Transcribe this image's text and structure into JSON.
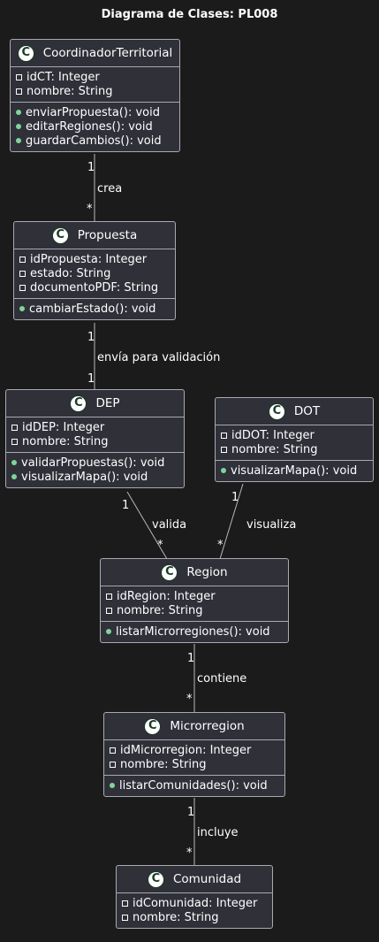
{
  "title": "Diagrama de Clases: PL008",
  "colors": {
    "background": "#1b1b1c",
    "box": "#2f3038",
    "border": "#a9a9b0",
    "public_marker": "#7fd49b"
  },
  "classes": [
    {
      "name": "CoordinadorTerritorial",
      "attributes": [
        "idCT: Integer",
        "nombre: String"
      ],
      "methods": [
        "enviarPropuesta(): void",
        "editarRegiones(): void",
        "guardarCambios(): void"
      ]
    },
    {
      "name": "Propuesta",
      "attributes": [
        "idPropuesta: Integer",
        "estado: String",
        "documentoPDF: String"
      ],
      "methods": [
        "cambiarEstado(): void"
      ]
    },
    {
      "name": "DEP",
      "attributes": [
        "idDEP: Integer",
        "nombre: String"
      ],
      "methods": [
        "validarPropuestas(): void",
        "visualizarMapa(): void"
      ]
    },
    {
      "name": "DOT",
      "attributes": [
        "idDOT: Integer",
        "nombre: String"
      ],
      "methods": [
        "visualizarMapa(): void"
      ]
    },
    {
      "name": "Region",
      "attributes": [
        "idRegion: Integer",
        "nombre: String"
      ],
      "methods": [
        "listarMicrorregiones(): void"
      ]
    },
    {
      "name": "Microrregion",
      "attributes": [
        "idMicrorregion: Integer",
        "nombre: String"
      ],
      "methods": [
        "listarComunidades(): void"
      ]
    },
    {
      "name": "Comunidad",
      "attributes": [
        "idComunidad: Integer",
        "nombre: String"
      ],
      "methods": []
    }
  ],
  "relations": [
    {
      "from": "CoordinadorTerritorial",
      "to": "Propuesta",
      "label": "crea",
      "from_mult": "1",
      "to_mult": "*"
    },
    {
      "from": "Propuesta",
      "to": "DEP",
      "label": "envía para validación",
      "from_mult": "1",
      "to_mult": "1"
    },
    {
      "from": "DEP",
      "to": "Region",
      "label": "valida",
      "from_mult": "1",
      "to_mult": "*"
    },
    {
      "from": "DOT",
      "to": "Region",
      "label": "visualiza",
      "from_mult": "1",
      "to_mult": "*"
    },
    {
      "from": "Region",
      "to": "Microrregion",
      "label": "contiene",
      "from_mult": "1",
      "to_mult": "*"
    },
    {
      "from": "Microrregion",
      "to": "Comunidad",
      "label": "incluye",
      "from_mult": "1",
      "to_mult": "*"
    }
  ]
}
